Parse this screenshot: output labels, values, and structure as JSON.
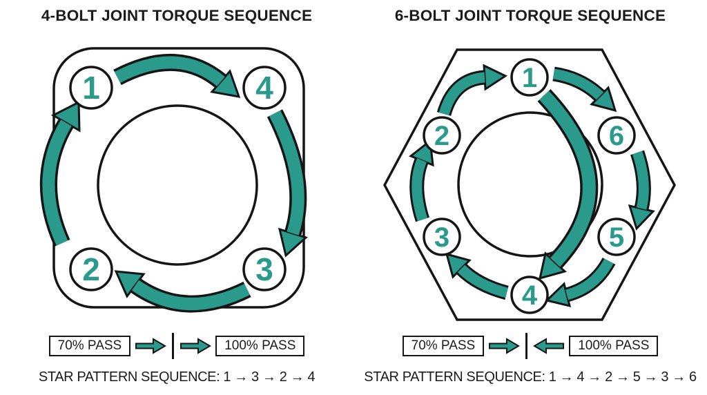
{
  "colors": {
    "accent": "#2A9A8C",
    "line": "#151515",
    "text": "#1B1B1B",
    "background": "#FFFFFF"
  },
  "left_diagram": {
    "title": "4-BOLT JOINT TORQUE SEQUENCE",
    "shape": "rounded-square flange with center bore",
    "bolts": {
      "b1": "1",
      "b2": "2",
      "b3": "3",
      "b4": "4"
    },
    "circular_arrows": [
      "1→4",
      "4→3",
      "3→2",
      "2→1"
    ],
    "pass_labels": {
      "first": "70% PASS",
      "second": "100% PASS"
    },
    "sequence": "STAR PATTERN SEQUENCE: 1 → 3 → 2 → 4"
  },
  "right_diagram": {
    "title": "6-BOLT JOINT TORQUE SEQUENCE",
    "shape": "hexagon flange with center bore",
    "bolts": {
      "b1": "1",
      "b2": "2",
      "b3": "3",
      "b4": "4",
      "b5": "5",
      "b6": "6"
    },
    "circular_arrows": [
      "2→1",
      "1→6",
      "6→5",
      "5→4",
      "4→3",
      "3→2"
    ],
    "cross_arrow": "1→4",
    "pass_labels": {
      "first": "70% PASS",
      "second": "100% PASS"
    },
    "sequence": "STAR PATTERN SEQUENCE: 1 → 4 → 2 → 5 → 3 → 6"
  }
}
